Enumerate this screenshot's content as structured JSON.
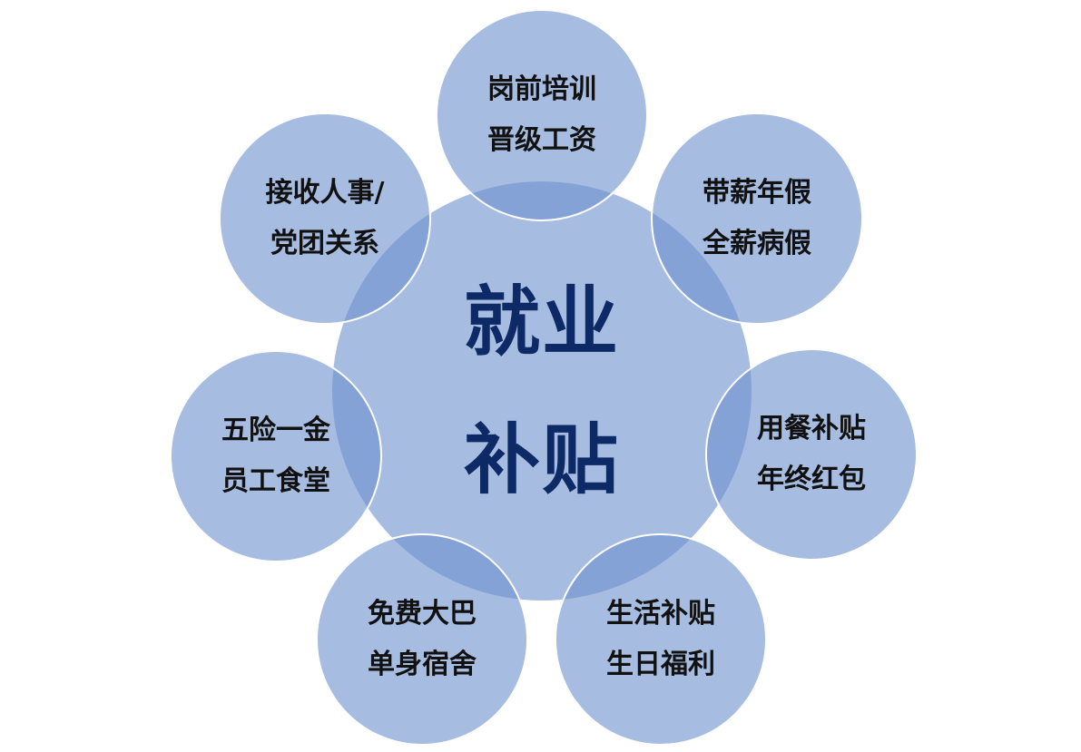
{
  "center": {
    "line1": "就业",
    "line2": "补贴"
  },
  "nodes": [
    {
      "line1": "岗前培训",
      "line2": "晋级工资"
    },
    {
      "line1": "带薪年假",
      "line2": "全薪病假"
    },
    {
      "line1": "用餐补贴",
      "line2": "年终红包"
    },
    {
      "line1": "生活补贴",
      "line2": "生日福利"
    },
    {
      "line1": "免费大巴",
      "line2": "单身宿舍"
    },
    {
      "line1": "五险一金",
      "line2": "员工食堂"
    },
    {
      "line1": "接收人事/",
      "line2": "党团关系"
    }
  ],
  "colors": {
    "circle_fill": "#7193ce",
    "center_text": "#0e2a66",
    "node_text": "#111111",
    "circle_border": "#ffffff"
  }
}
